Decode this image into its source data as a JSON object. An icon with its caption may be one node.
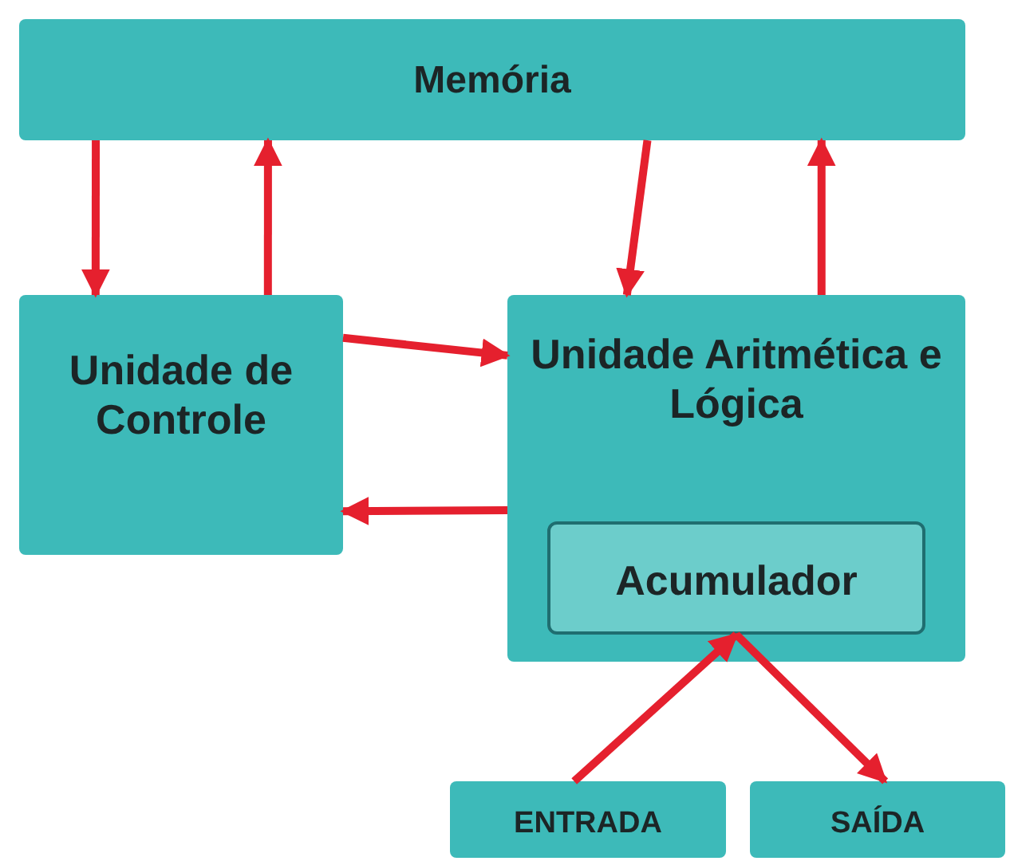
{
  "diagram": {
    "nodes": [
      {
        "text": [
          "Memória"
        ]
      },
      {
        "text": [
          "Unidade de Controle"
        ]
      },
      {
        "text": [
          "Unidade Aritmética e Lógica"
        ]
      },
      {
        "text": [
          "Acumulador"
        ],
        "in": 2
      },
      {
        "text": [
          "ENTRADA"
        ]
      },
      {
        "text": [
          "SAÍDA"
        ]
      }
    ],
    "edges": [
      {
        "from": 0,
        "to": 1,
        "arrow": "to"
      },
      {
        "from": 1,
        "to": 0,
        "arrow": "to"
      },
      {
        "from": 0,
        "to": 2,
        "arrow": "to"
      },
      {
        "from": 2,
        "to": 0,
        "arrow": "to"
      },
      {
        "from": 1,
        "to": 2,
        "arrow": "to"
      },
      {
        "from": 2,
        "to": 1,
        "arrow": "to"
      },
      {
        "from": 4,
        "to": 3,
        "arrow": "to"
      },
      {
        "from": 3,
        "to": 5,
        "arrow": "to"
      }
    ]
  }
}
